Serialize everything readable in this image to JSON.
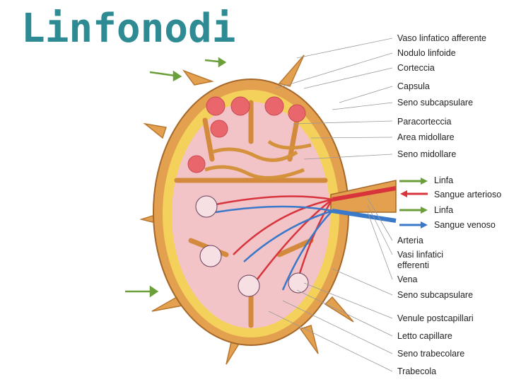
{
  "title": "Linfonodi",
  "labels": [
    "Vaso linfatico afferente",
    "Nodulo linfoide",
    "Corteccia",
    "Capsula",
    "Seno subcapsulare",
    "Paracorteccia",
    "Area midollare",
    "Seno midollare",
    "Linfa",
    "Sangue arterioso",
    "Linfa",
    "Sangue venoso",
    "Arteria",
    "Vasi linfatici",
    "efferenti",
    "Vena",
    "Seno subcapsulare",
    "Venule postcapillari",
    "Letto capillare",
    "Seno trabecolare",
    "Trabecola"
  ],
  "colors": {
    "title": "#2e8b93",
    "capsule": "#e3a04f",
    "cortex": "#f3d15a",
    "tissue": "#f2c4c8",
    "nodule": "#e8666c",
    "artery": "#d8343c",
    "vein": "#3a78c9",
    "lymph_arrow": "#6a9f3a"
  }
}
